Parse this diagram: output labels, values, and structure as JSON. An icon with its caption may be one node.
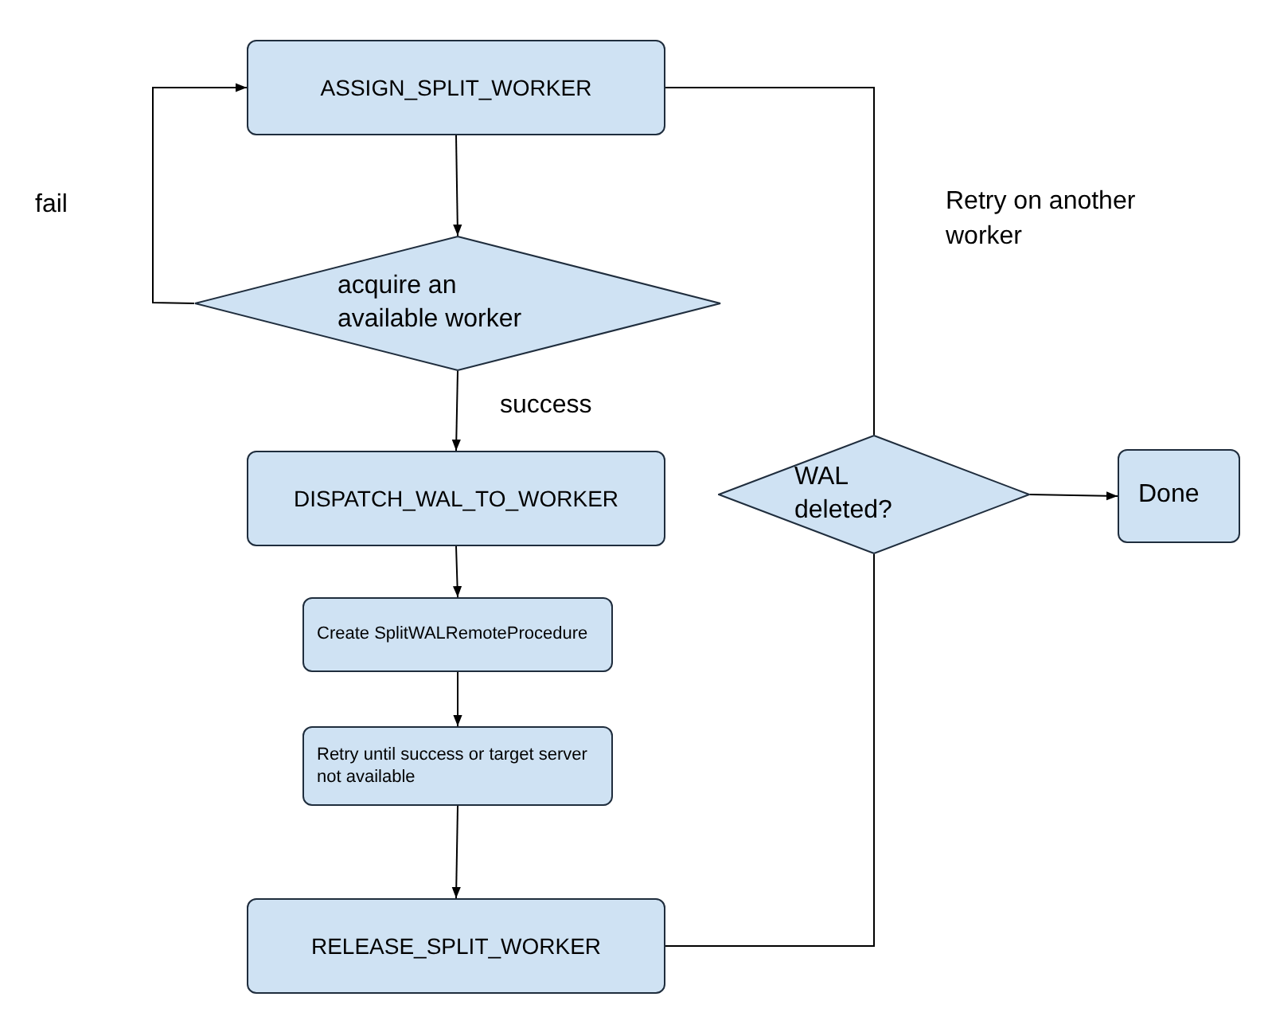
{
  "diagram": {
    "nodes": [
      {
        "text": [
          "ASSIGN_SPLIT_WORKER"
        ]
      },
      {
        "text": [
          "acquire an available worker"
        ]
      },
      {
        "text": [
          "DISPATCH_WAL_TO_WORKER"
        ]
      },
      {
        "text": [
          "Create SplitWALRemoteProcedure"
        ]
      },
      {
        "text": [
          "Retry until success or target server not available"
        ]
      },
      {
        "text": [
          "RELEASE_SPLIT_WORKER"
        ]
      },
      {
        "text": [
          "WAL deleted?"
        ]
      },
      {
        "text": [
          "Done"
        ]
      }
    ],
    "edges": [
      {
        "from": 0,
        "to": 1,
        "arrow": "to"
      },
      {
        "from": 1,
        "to": 0,
        "arrow": "to",
        "label": "fail"
      },
      {
        "from": 1,
        "to": 2,
        "arrow": "to",
        "label": "success"
      },
      {
        "from": 2,
        "to": 3,
        "arrow": "to"
      },
      {
        "from": 3,
        "to": 4,
        "arrow": "to"
      },
      {
        "from": 4,
        "to": 5,
        "arrow": "to"
      },
      {
        "from": 5,
        "to": 6,
        "arrow": "none"
      },
      {
        "from": 6,
        "to": 0,
        "arrow": "none",
        "label": "Retry on another worker"
      },
      {
        "from": 6,
        "to": 7,
        "arrow": "to"
      }
    ]
  }
}
